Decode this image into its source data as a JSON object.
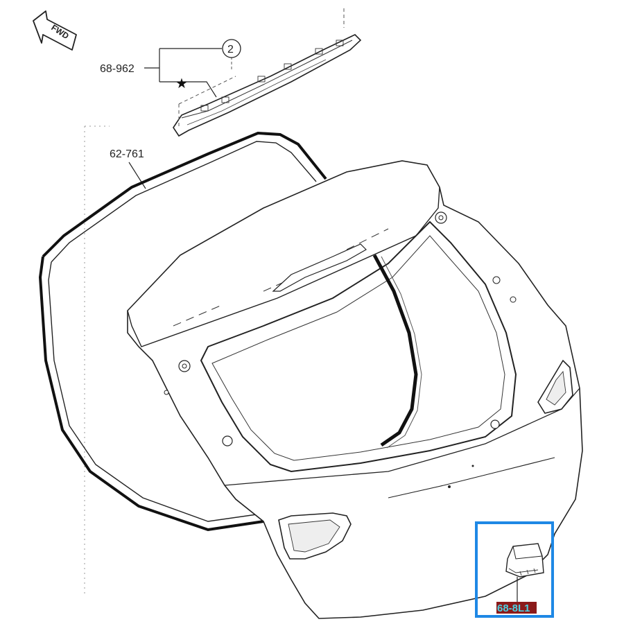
{
  "fwd_marker": {
    "label": "FWD"
  },
  "callouts": [
    {
      "part_number": "68-962"
    },
    {
      "part_number": "62-761"
    }
  ],
  "reference_bubble": {
    "number": "2"
  },
  "star_marker": {
    "glyph": "★"
  },
  "highlighted_part": {
    "part_number": "68-8L1",
    "box_color": "#1e88e5",
    "label_bg": "#8b1a1a",
    "label_text_color": "#4dd0e1"
  }
}
